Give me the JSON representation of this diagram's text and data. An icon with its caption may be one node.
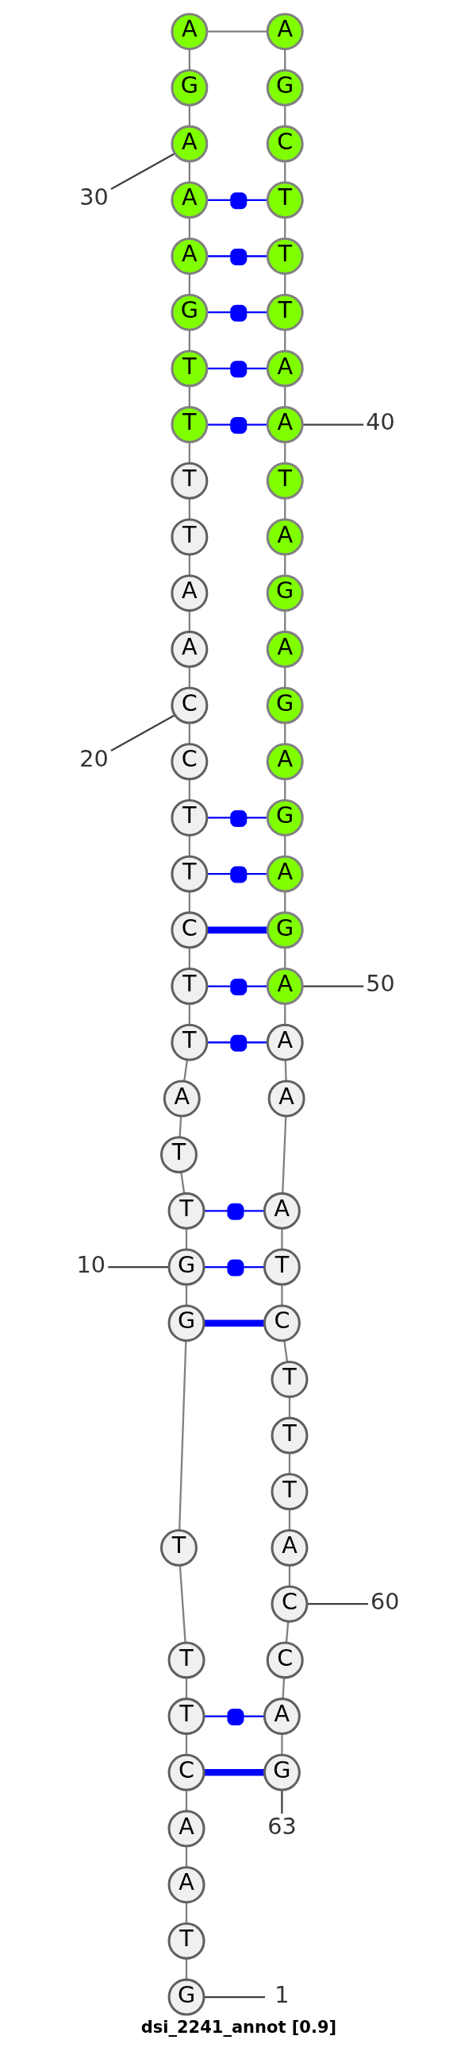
{
  "diagram": {
    "caption": "dsi_2241_annot [0.9]",
    "nodes": [
      {
        "text": [
          "G"
        ]
      },
      {
        "text": [
          "T"
        ]
      },
      {
        "text": [
          "A"
        ]
      },
      {
        "text": [
          "A"
        ]
      },
      {
        "text": [
          "C"
        ]
      },
      {
        "text": [
          "T"
        ]
      },
      {
        "text": [
          "T"
        ]
      },
      {
        "text": [
          "T"
        ]
      },
      {
        "text": [
          "G"
        ]
      },
      {
        "text": [
          "G"
        ]
      },
      {
        "text": [
          "T"
        ]
      },
      {
        "text": [
          "T"
        ]
      },
      {
        "text": [
          "A"
        ]
      },
      {
        "text": [
          "T"
        ]
      },
      {
        "text": [
          "T"
        ]
      },
      {
        "text": [
          "C"
        ]
      },
      {
        "text": [
          "T"
        ]
      },
      {
        "text": [
          "T"
        ]
      },
      {
        "text": [
          "C"
        ]
      },
      {
        "text": [
          "C"
        ]
      },
      {
        "text": [
          "A"
        ]
      },
      {
        "text": [
          "A"
        ]
      },
      {
        "text": [
          "T"
        ]
      },
      {
        "text": [
          "T"
        ]
      },
      {
        "text": [
          "T"
        ]
      },
      {
        "text": [
          "T"
        ]
      },
      {
        "text": [
          "G"
        ]
      },
      {
        "text": [
          "A"
        ]
      },
      {
        "text": [
          "A"
        ]
      },
      {
        "text": [
          "A"
        ]
      },
      {
        "text": [
          "G"
        ]
      },
      {
        "text": [
          "A"
        ]
      },
      {
        "text": [
          "A"
        ]
      },
      {
        "text": [
          "G"
        ]
      },
      {
        "text": [
          "C"
        ]
      },
      {
        "text": [
          "T"
        ]
      },
      {
        "text": [
          "T"
        ]
      },
      {
        "text": [
          "T"
        ]
      },
      {
        "text": [
          "A"
        ]
      },
      {
        "text": [
          "A"
        ]
      },
      {
        "text": [
          "T"
        ]
      },
      {
        "text": [
          "A"
        ]
      },
      {
        "text": [
          "G"
        ]
      },
      {
        "text": [
          "A"
        ]
      },
      {
        "text": [
          "G"
        ]
      },
      {
        "text": [
          "A"
        ]
      },
      {
        "text": [
          "G"
        ]
      },
      {
        "text": [
          "A"
        ]
      },
      {
        "text": [
          "G"
        ]
      },
      {
        "text": [
          "A"
        ]
      },
      {
        "text": [
          "A"
        ]
      },
      {
        "text": [
          "A"
        ]
      },
      {
        "text": [
          "A"
        ]
      },
      {
        "text": [
          "T"
        ]
      },
      {
        "text": [
          "C"
        ]
      },
      {
        "text": [
          "T"
        ]
      },
      {
        "text": [
          "T"
        ]
      },
      {
        "text": [
          "T"
        ]
      },
      {
        "text": [
          "A"
        ]
      },
      {
        "text": [
          "C"
        ]
      },
      {
        "text": [
          "C"
        ]
      },
      {
        "text": [
          "A"
        ]
      },
      {
        "text": [
          "G"
        ]
      },
      {
        "text": [
          "1"
        ]
      },
      {
        "text": [
          "10"
        ]
      },
      {
        "text": [
          "20"
        ]
      },
      {
        "text": [
          "30"
        ]
      },
      {
        "text": [
          "40"
        ]
      },
      {
        "text": [
          "50"
        ]
      },
      {
        "text": [
          "60"
        ]
      },
      {
        "text": [
          "63"
        ]
      }
    ],
    "edges": [
      {
        "from": 0,
        "to": 63,
        "arrow": "none",
        "color": "#404040"
      },
      {
        "from": 64,
        "to": 9,
        "arrow": "none",
        "color": "#404040"
      },
      {
        "from": 65,
        "to": 19,
        "arrow": "none",
        "color": "#404040"
      },
      {
        "from": 66,
        "to": 29,
        "arrow": "none",
        "color": "#404040"
      },
      {
        "from": 39,
        "to": 67,
        "arrow": "none",
        "color": "#404040"
      },
      {
        "from": 49,
        "to": 68,
        "arrow": "none",
        "color": "#404040"
      },
      {
        "from": 59,
        "to": 69,
        "arrow": "none",
        "color": "#404040"
      },
      {
        "from": 70,
        "to": 62,
        "arrow": "none",
        "color": "#404040"
      },
      {
        "from": 0,
        "to": 1,
        "arrow": "none"
      },
      {
        "from": 1,
        "to": 2,
        "arrow": "none"
      },
      {
        "from": 2,
        "to": 3,
        "arrow": "none"
      },
      {
        "from": 3,
        "to": 4,
        "arrow": "none"
      },
      {
        "from": 4,
        "to": 5,
        "arrow": "none"
      },
      {
        "from": 5,
        "to": 6,
        "arrow": "none"
      },
      {
        "from": 6,
        "to": 7,
        "arrow": "none"
      },
      {
        "from": 7,
        "to": 8,
        "arrow": "none"
      },
      {
        "from": 8,
        "to": 9,
        "arrow": "none"
      },
      {
        "from": 9,
        "to": 10,
        "arrow": "none"
      },
      {
        "from": 10,
        "to": 11,
        "arrow": "none"
      },
      {
        "from": 11,
        "to": 12,
        "arrow": "none"
      },
      {
        "from": 12,
        "to": 13,
        "arrow": "none"
      },
      {
        "from": 13,
        "to": 14,
        "arrow": "none"
      },
      {
        "from": 14,
        "to": 15,
        "arrow": "none"
      },
      {
        "from": 15,
        "to": 16,
        "arrow": "none"
      },
      {
        "from": 16,
        "to": 17,
        "arrow": "none"
      },
      {
        "from": 17,
        "to": 18,
        "arrow": "none"
      },
      {
        "from": 18,
        "to": 19,
        "arrow": "none"
      },
      {
        "from": 19,
        "to": 20,
        "arrow": "none"
      },
      {
        "from": 20,
        "to": 21,
        "arrow": "none"
      },
      {
        "from": 21,
        "to": 22,
        "arrow": "none"
      },
      {
        "from": 22,
        "to": 23,
        "arrow": "none"
      },
      {
        "from": 23,
        "to": 24,
        "arrow": "none"
      },
      {
        "from": 24,
        "to": 25,
        "arrow": "none"
      },
      {
        "from": 25,
        "to": 26,
        "arrow": "none"
      },
      {
        "from": 26,
        "to": 27,
        "arrow": "none"
      },
      {
        "from": 27,
        "to": 28,
        "arrow": "none"
      },
      {
        "from": 28,
        "to": 29,
        "arrow": "none"
      },
      {
        "from": 29,
        "to": 30,
        "arrow": "none"
      },
      {
        "from": 30,
        "to": 31,
        "arrow": "none"
      },
      {
        "from": 31,
        "to": 32,
        "arrow": "none"
      },
      {
        "from": 33,
        "to": 32,
        "arrow": "none"
      },
      {
        "from": 34,
        "to": 33,
        "arrow": "none"
      },
      {
        "from": 35,
        "to": 34,
        "arrow": "none"
      },
      {
        "from": 36,
        "to": 35,
        "arrow": "none"
      },
      {
        "from": 37,
        "to": 36,
        "arrow": "none"
      },
      {
        "from": 38,
        "to": 37,
        "arrow": "none"
      },
      {
        "from": 39,
        "to": 38,
        "arrow": "none"
      },
      {
        "from": 40,
        "to": 39,
        "arrow": "none"
      },
      {
        "from": 41,
        "to": 40,
        "arrow": "none"
      },
      {
        "from": 42,
        "to": 41,
        "arrow": "none"
      },
      {
        "from": 43,
        "to": 42,
        "arrow": "none"
      },
      {
        "from": 44,
        "to": 43,
        "arrow": "none"
      },
      {
        "from": 45,
        "to": 44,
        "arrow": "none"
      },
      {
        "from": 46,
        "to": 45,
        "arrow": "none"
      },
      {
        "from": 47,
        "to": 46,
        "arrow": "none"
      },
      {
        "from": 48,
        "to": 47,
        "arrow": "none"
      },
      {
        "from": 49,
        "to": 48,
        "arrow": "none"
      },
      {
        "from": 50,
        "to": 49,
        "arrow": "none"
      },
      {
        "from": 51,
        "to": 50,
        "arrow": "none"
      },
      {
        "from": 52,
        "to": 51,
        "arrow": "none"
      },
      {
        "from": 53,
        "to": 52,
        "arrow": "none"
      },
      {
        "from": 54,
        "to": 53,
        "arrow": "none"
      },
      {
        "from": 55,
        "to": 54,
        "arrow": "none"
      },
      {
        "from": 56,
        "to": 55,
        "arrow": "none"
      },
      {
        "from": 57,
        "to": 56,
        "arrow": "none"
      },
      {
        "from": 58,
        "to": 57,
        "arrow": "none"
      },
      {
        "from": 59,
        "to": 58,
        "arrow": "none"
      },
      {
        "from": 60,
        "to": 59,
        "arrow": "none"
      },
      {
        "from": 61,
        "to": 60,
        "arrow": "none"
      },
      {
        "from": 62,
        "to": 61,
        "arrow": "none"
      },
      {
        "from": 4,
        "to": 62,
        "arrow": "none",
        "color": "#0000ff",
        "style": "thick"
      },
      {
        "from": 5,
        "to": 61,
        "arrow": "none",
        "color": "#0000ff"
      },
      {
        "from": 8,
        "to": 54,
        "arrow": "none",
        "color": "#0000ff",
        "style": "thick"
      },
      {
        "from": 9,
        "to": 53,
        "arrow": "none",
        "color": "#0000ff"
      },
      {
        "from": 10,
        "to": 52,
        "arrow": "none",
        "color": "#0000ff"
      },
      {
        "from": 13,
        "to": 50,
        "arrow": "none",
        "color": "#0000ff"
      },
      {
        "from": 14,
        "to": 49,
        "arrow": "none",
        "color": "#0000ff"
      },
      {
        "from": 15,
        "to": 48,
        "arrow": "none",
        "color": "#0000ff",
        "style": "thick"
      },
      {
        "from": 16,
        "to": 47,
        "arrow": "none",
        "color": "#0000ff"
      },
      {
        "from": 17,
        "to": 46,
        "arrow": "none",
        "color": "#0000ff"
      },
      {
        "from": 24,
        "to": 39,
        "arrow": "none",
        "color": "#0000ff"
      },
      {
        "from": 25,
        "to": 38,
        "arrow": "none",
        "color": "#0000ff"
      },
      {
        "from": 26,
        "to": 37,
        "arrow": "none",
        "color": "#0000ff"
      },
      {
        "from": 27,
        "to": 36,
        "arrow": "none",
        "color": "#0000ff"
      },
      {
        "from": 28,
        "to": 35,
        "arrow": "none",
        "color": "#0000ff"
      }
    ]
  }
}
